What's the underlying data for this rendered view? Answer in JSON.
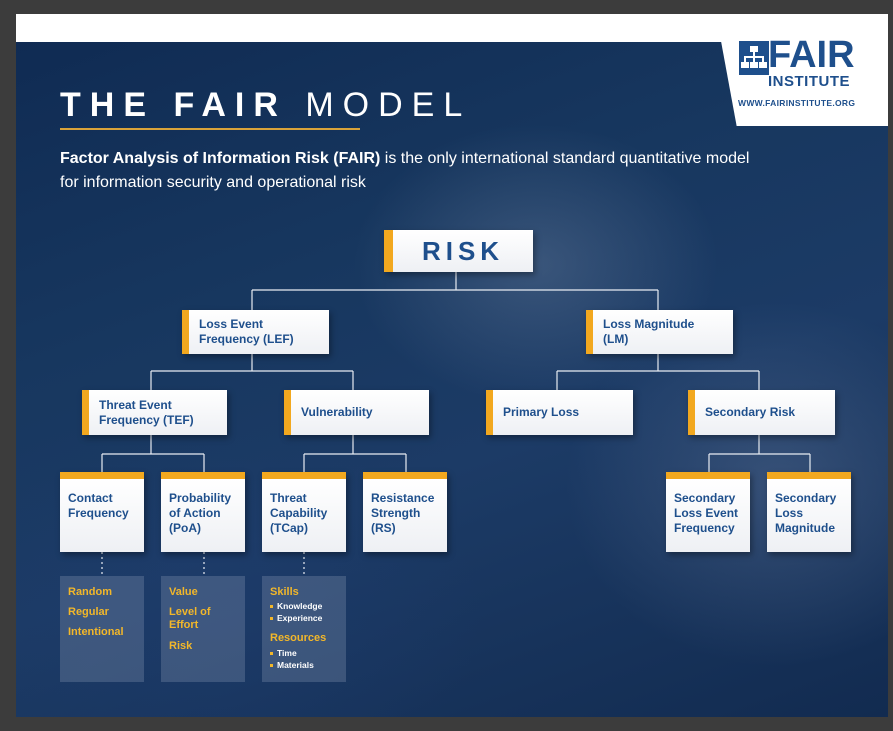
{
  "logo": {
    "word": "FAIR",
    "sub": "INSTITUTE",
    "url": "WWW.FAIRINSTITUTE.ORG"
  },
  "title": {
    "bold": "THE FAIR",
    "light": "MODEL"
  },
  "intro": {
    "bold": "Factor Analysis of Information Risk (FAIR)",
    "rest": " is the only international standard quantitative model for information security and operational risk"
  },
  "tree": {
    "risk": "RISK",
    "lef": "Loss Event\nFrequency (LEF)",
    "lm": "Loss Magnitude\n(LM)",
    "tef": "Threat Event\nFrequency (TEF)",
    "vulnerability": "Vulnerability",
    "primary_loss": "Primary Loss",
    "secondary_risk": "Secondary Risk",
    "contact_frequency": "Contact\nFrequency",
    "poa": "Probability\nof Action\n(PoA)",
    "tcap": "Threat\nCapability\n(TCap)",
    "rs": "Resistance\nStrength\n(RS)",
    "slef": "Secondary\nLoss Event\nFrequency",
    "slm": "Secondary\nLoss\nMagnitude"
  },
  "attributes": {
    "contact": [
      "Random",
      "Regular",
      "Intentional"
    ],
    "poa": [
      "Value",
      "Level of\nEffort",
      "Risk"
    ],
    "tcap": {
      "skills": "Skills",
      "skills_items": [
        "Knowledge",
        "Experience"
      ],
      "resources": "Resources",
      "resources_items": [
        "Time",
        "Materials"
      ]
    }
  },
  "colors": {
    "accent": "#f2a81f",
    "brand_blue": "#1e4f8c",
    "attr_text": "#f2b72a"
  }
}
